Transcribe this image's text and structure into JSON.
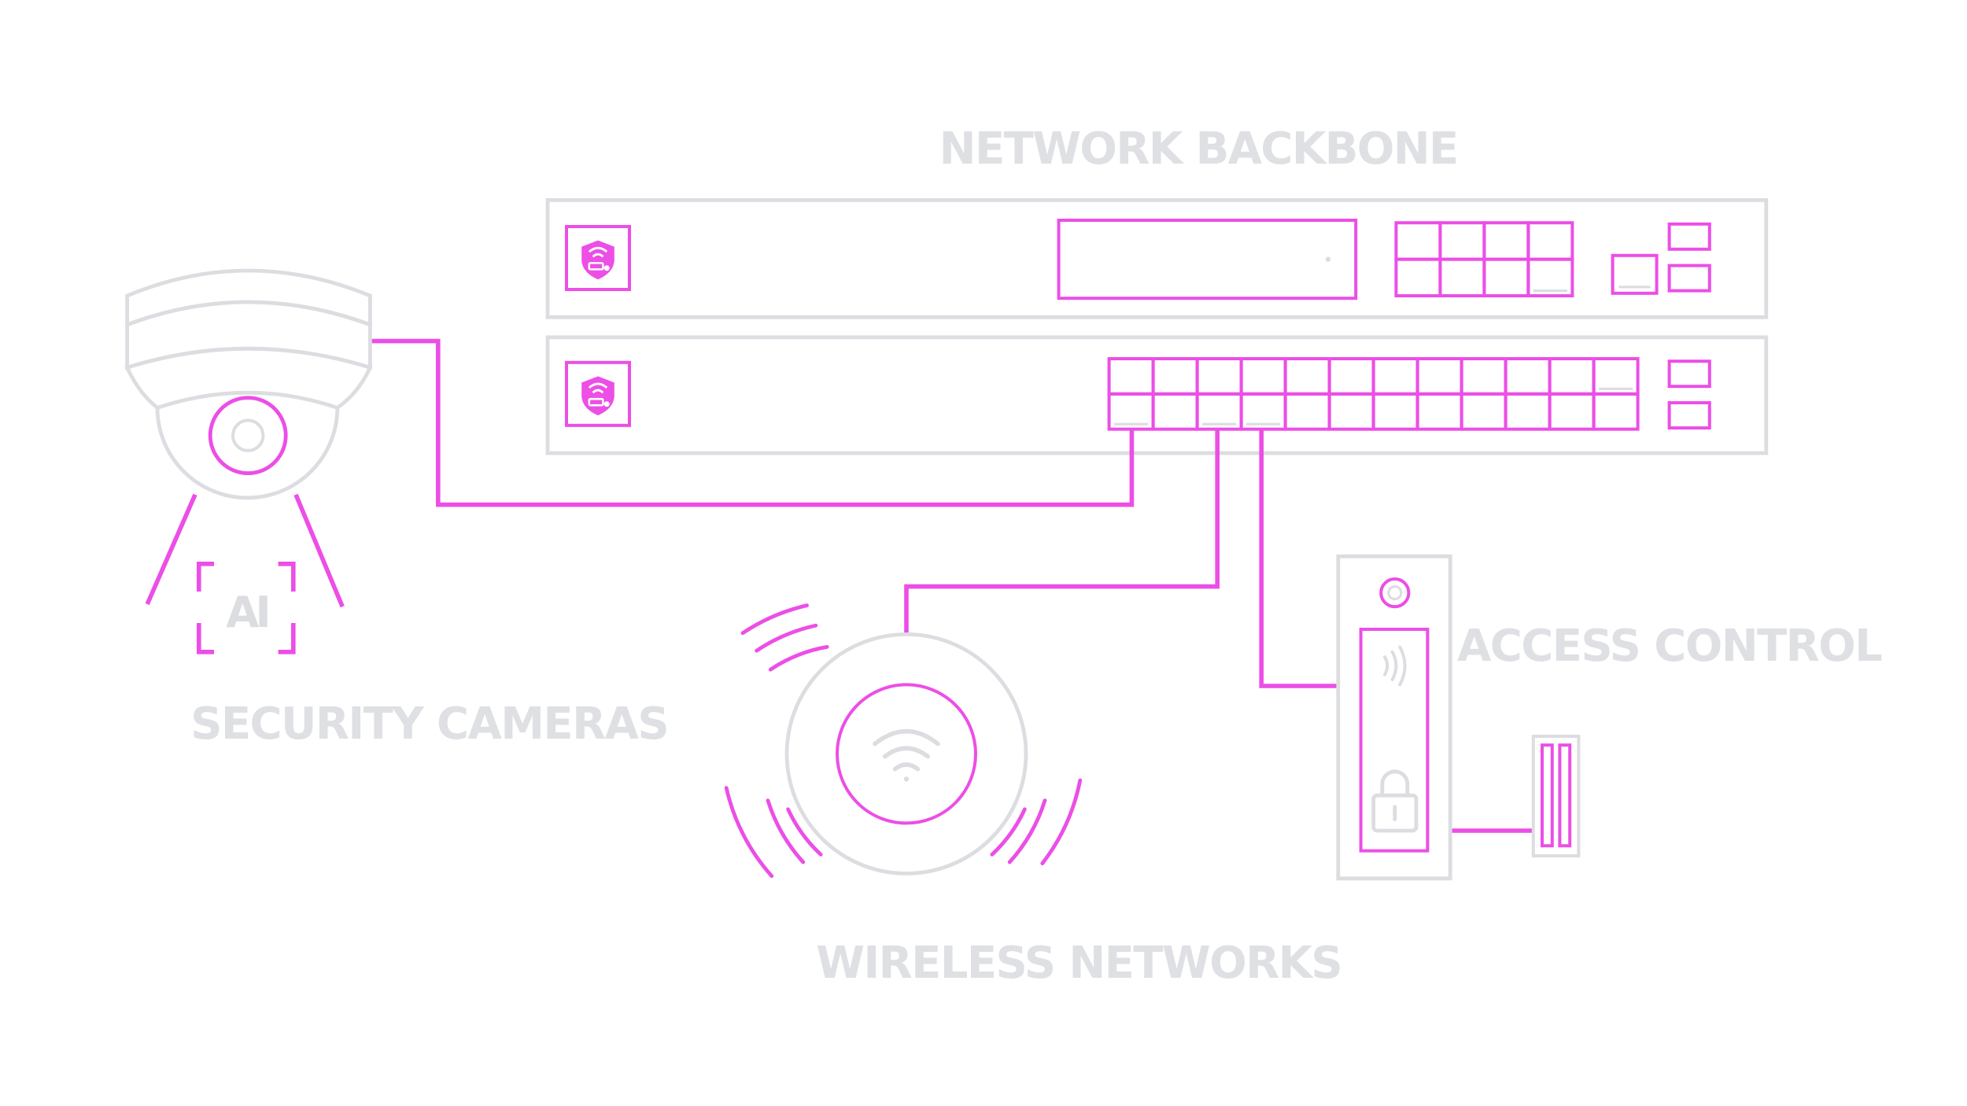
{
  "labels": {
    "backbone": "NETWORK BACKBONE",
    "cameras": "SECURITY CAMERAS",
    "access": "ACCESS CONTROL",
    "wireless": "WIRELESS NETWORKS"
  },
  "badges": {
    "ai": "AI"
  },
  "colors": {
    "accent": "#ec4ee6",
    "outline": "#dcdde1",
    "label": "#dfe0e4"
  },
  "icons": [
    "shield-logo-icon",
    "wifi-icon",
    "nfc-icon",
    "lock-icon"
  ]
}
